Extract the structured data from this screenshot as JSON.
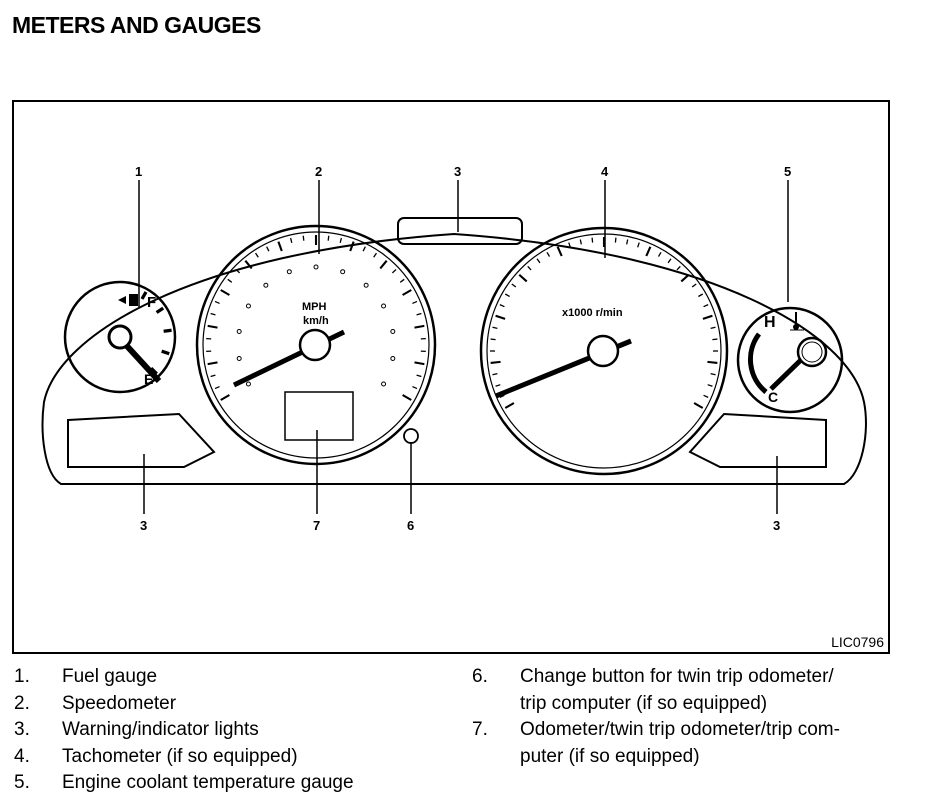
{
  "page": {
    "title": "METERS AND GAUGES"
  },
  "figure": {
    "id": "LIC0796",
    "callouts": [
      "1",
      "2",
      "3",
      "4",
      "5",
      "3",
      "7",
      "6",
      "3"
    ],
    "gauge_text": {
      "speedo_unit_top": "MPH",
      "speedo_unit_bottom": "km/h",
      "tacho_unit": "x1000 r/min",
      "fuel_full": "F",
      "fuel_empty": "E",
      "temp_hot": "H",
      "temp_cold": "C"
    }
  },
  "legend": {
    "left": [
      {
        "num": "1.",
        "text": "Fuel gauge"
      },
      {
        "num": "2.",
        "text": "Speedometer"
      },
      {
        "num": "3.",
        "text": "Warning/indicator lights"
      },
      {
        "num": "4.",
        "text": "Tachometer (if so equipped)"
      },
      {
        "num": "5.",
        "text": "Engine coolant temperature gauge"
      }
    ],
    "right": [
      {
        "num": "6.",
        "text": "Change button for twin trip odometer/",
        "cont": "trip computer (if so equipped)"
      },
      {
        "num": "7.",
        "text": "Odometer/twin trip odometer/trip com-",
        "cont": "puter (if so equipped)"
      }
    ]
  }
}
